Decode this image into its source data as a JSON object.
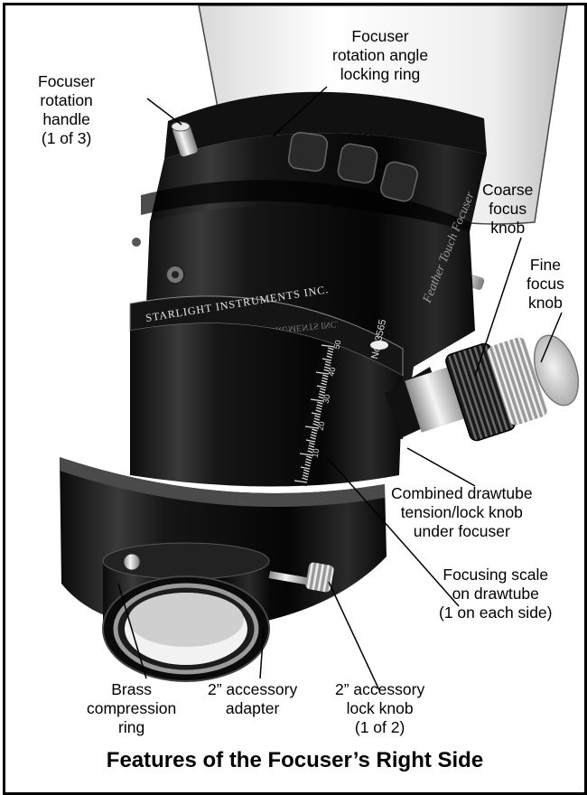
{
  "labels": {
    "rotation_handle": [
      "Focuser",
      "rotation",
      "handle",
      "(1 of 3)"
    ],
    "locking_ring": [
      "Focuser",
      "rotation angle",
      "locking ring"
    ],
    "coarse_knob": [
      "Coarse",
      "focus",
      "knob"
    ],
    "fine_knob": [
      "Fine",
      "focus",
      "knob"
    ],
    "tension_knob": [
      "Combined drawtube",
      "tension/lock knob",
      "under focuser"
    ],
    "focusing_scale": [
      "Focusing scale",
      "on drawtube",
      "(1 on each side)"
    ],
    "brass_ring": [
      "Brass",
      "compression",
      "ring"
    ],
    "accessory_adapter": [
      "2” accessory",
      "adapter"
    ],
    "accessory_lock_knob": [
      "2” accessory",
      "lock knob",
      "(1 of 2)"
    ]
  },
  "photo_text": {
    "brand": "STARLIGHT INSTRUMENTS INC.",
    "brand_mirror": "STARLIGHT INSTRUMENTS INC.",
    "product": "Feather Touch Focuser",
    "serial": "No. 3565",
    "scale_numbers": [
      "10",
      "20",
      "30",
      "40",
      "50"
    ]
  },
  "caption": "Features of the Focuser’s Right Side"
}
